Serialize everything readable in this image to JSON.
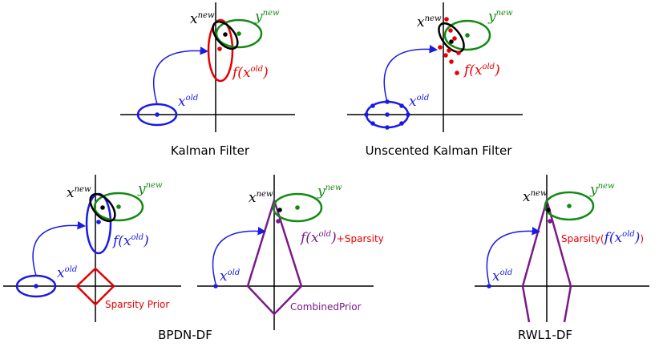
{
  "colors": {
    "old": "#1a1ae6",
    "new_obs": "#138a13",
    "estimate": "#000000",
    "prediction": "#e60000",
    "combined": "#7a1a8a",
    "prior": "#e60000"
  },
  "labels": {
    "x": "x",
    "y": "y",
    "sup_new": "new",
    "sup_old": "old",
    "f_open": "f(",
    "f_close": ")",
    "sparsity_word": "Sparsity(",
    "sparsity_close": ")",
    "plus_sparsity": "+Sparsity"
  },
  "panels": {
    "kalman": {
      "caption": "Kalman Filter"
    },
    "ukf": {
      "caption": "Unscented Kalman Filter"
    },
    "bpdn": {
      "caption": "BPDN-DF",
      "prior_label": "Sparsity Prior"
    },
    "combined": {
      "prior_label": "CombinedPrior"
    },
    "rwl1": {
      "caption": "RWL1-DF"
    }
  }
}
